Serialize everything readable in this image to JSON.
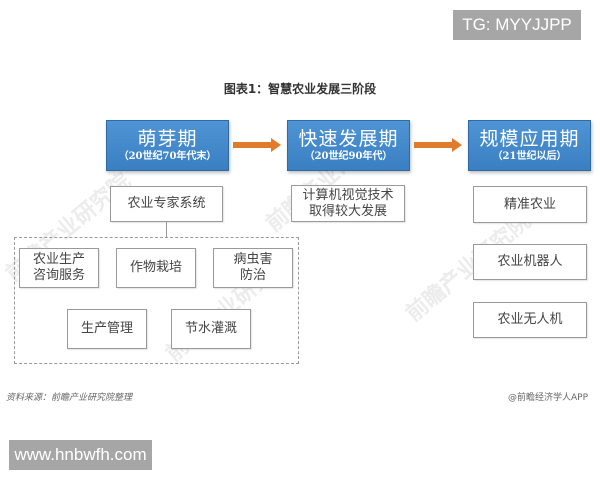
{
  "overlay_tags": {
    "top_right": "TG: MYYJJPP",
    "bottom_left": "www.hnbwfh.com"
  },
  "figure": {
    "title": "图表1：智慧农业发展三阶段",
    "stages": [
      {
        "name": "萌芽期",
        "period": "（20世纪70年代末）"
      },
      {
        "name": "快速发展期",
        "period": "（20世纪90年代）"
      },
      {
        "name": "规模应用期",
        "period": "（21世纪以后）"
      }
    ],
    "stage1": {
      "main_item": "农业专家系统",
      "sub_items": [
        "农业生产\n咨询服务",
        "作物栽培",
        "病虫害\n防治",
        "生产管理",
        "节水灌溉"
      ]
    },
    "stage2": {
      "items": [
        "计算机视觉技术\n取得较大发展"
      ]
    },
    "stage3": {
      "items": [
        "精准农业",
        "农业机器人",
        "农业无人机"
      ]
    },
    "colors": {
      "stage_box": "#3f86c8",
      "arrow": "#e07b2c",
      "border": "#9a9a9a"
    }
  },
  "footer": {
    "source": "资料来源：前瞻产业研究院整理",
    "credit": "@前瞻经济学人APP"
  },
  "watermark": {
    "text": "前瞻产业研究院"
  }
}
